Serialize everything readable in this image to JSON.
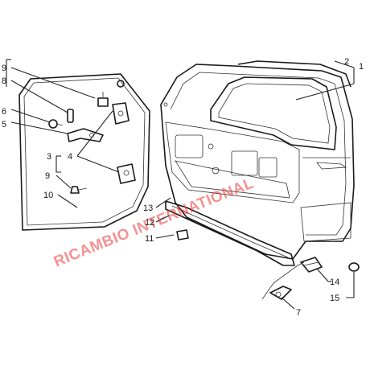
{
  "watermark": "RICAMBIO INTERNATIONAL",
  "callouts": {
    "c1": "1",
    "c2": "2",
    "c3": "3",
    "c4": "4",
    "c5": "5",
    "c6": "6",
    "c7": "7",
    "c8": "8",
    "c9a": "9",
    "c9b": "9",
    "c10": "10",
    "c11": "11",
    "c12": "12",
    "c13": "13",
    "c14": "14",
    "c15": "15"
  },
  "colors": {
    "watermark": "#ee3a3a",
    "ink": "#1a1a1a"
  }
}
